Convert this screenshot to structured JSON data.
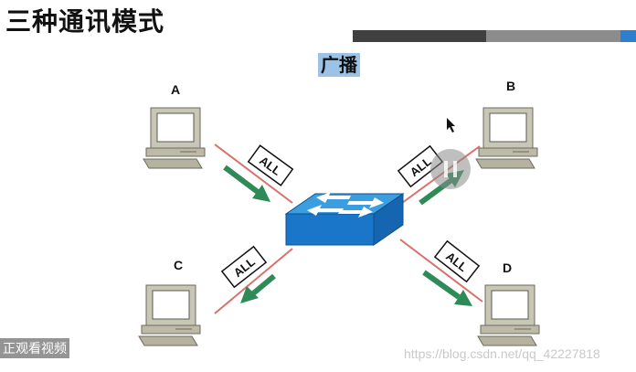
{
  "slide": {
    "title": "三种通讯模式",
    "mode_label": "广播",
    "accent_colors": {
      "dark_bar": "#404040",
      "gray_bar": "#8c8c8c",
      "blue_bar": "#2f7fd0",
      "badge": "#9cc3e5"
    }
  },
  "hosts": [
    {
      "id": "A",
      "label": "A"
    },
    {
      "id": "B",
      "label": "B"
    },
    {
      "id": "C",
      "label": "C"
    },
    {
      "id": "D",
      "label": "D"
    }
  ],
  "frame_label": "ALL",
  "colors": {
    "link": "#d9706a",
    "arrow": "#2e8b57",
    "switch_top": "#3a9ee0",
    "switch_side": "#1565b0"
  },
  "icons": {
    "pointer": "mouse-cursor-icon",
    "overlay": "pause-overlay-icon"
  },
  "watermarks": {
    "left_text": "正观看视频",
    "url": "https://blog.csdn.net/qq_42227818"
  }
}
